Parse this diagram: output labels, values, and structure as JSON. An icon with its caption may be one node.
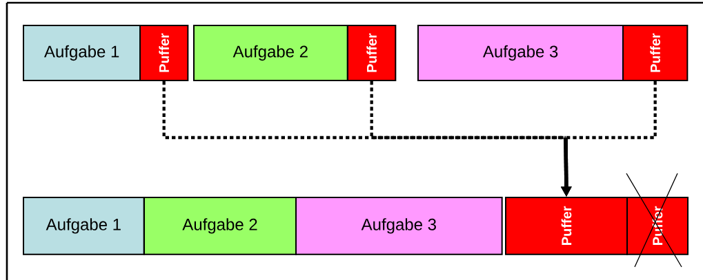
{
  "diagram": {
    "nodes": [
      {
        "text": [
          "Aufgabe 1"
        ]
      },
      {
        "text": [
          "Puffer"
        ]
      },
      {
        "text": [
          "Aufgabe 2"
        ]
      },
      {
        "text": [
          "Puffer"
        ]
      },
      {
        "text": [
          "Aufgabe 3"
        ]
      },
      {
        "text": [
          "Puffer"
        ]
      },
      {
        "text": [
          "Aufgabe 1"
        ]
      },
      {
        "text": [
          "Aufgabe 2"
        ]
      },
      {
        "text": [
          "Aufgabe 3"
        ]
      },
      {
        "text": [
          "Puffer"
        ]
      },
      {
        "text": [
          "Puffer"
        ]
      }
    ],
    "edges": [
      {
        "from": 1,
        "to": 9,
        "arrow": "to",
        "style": "dashed"
      },
      {
        "from": 3,
        "to": 9,
        "arrow": "to",
        "style": "dashed"
      },
      {
        "from": 5,
        "to": 9,
        "arrow": "to",
        "style": "dashed"
      }
    ]
  }
}
